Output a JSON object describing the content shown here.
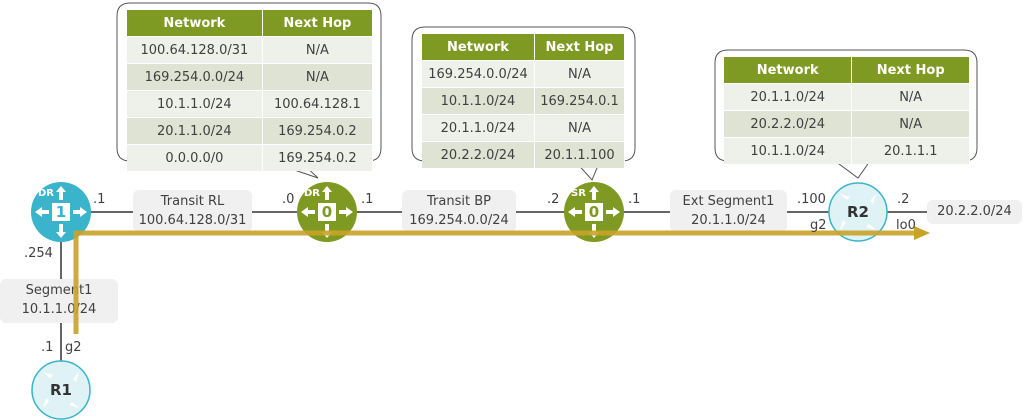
{
  "colors": {
    "dr1": "#3ab4cb",
    "tier0": "#7f9a22",
    "external": "#dff3f7",
    "path": "#c9a227",
    "table_header": "#7f9a22"
  },
  "tables": [
    {
      "headers": [
        "Network",
        "Next Hop"
      ],
      "rows": [
        [
          "100.64.128.0/31",
          "N/A"
        ],
        [
          "169.254.0.0/24",
          "N/A"
        ],
        [
          "10.1.1.0/24",
          "100.64.128.1"
        ],
        [
          "20.1.1.0/24",
          "169.254.0.2"
        ],
        [
          "0.0.0.0/0",
          "169.254.0.2"
        ]
      ]
    },
    {
      "headers": [
        "Network",
        "Next Hop"
      ],
      "rows": [
        [
          "169.254.0.0/24",
          "N/A"
        ],
        [
          "10.1.1.0/24",
          "169.254.0.1"
        ],
        [
          "20.1.1.0/24",
          "N/A"
        ],
        [
          "20.2.2.0/24",
          "20.1.1.100"
        ]
      ]
    },
    {
      "headers": [
        "Network",
        "Next Hop"
      ],
      "rows": [
        [
          "20.1.1.0/24",
          "N/A"
        ],
        [
          "20.2.2.0/24",
          "N/A"
        ],
        [
          "10.1.1.0/24",
          "20.1.1.1"
        ]
      ]
    }
  ],
  "nodes": {
    "dr1": {
      "role": "DR",
      "num": "1"
    },
    "dr0": {
      "role": "DR",
      "num": "0"
    },
    "sr0": {
      "role": "SR",
      "num": "0"
    },
    "r2": "R2",
    "r1": "R1"
  },
  "segments": {
    "transit_rl": {
      "name": "Transit RL",
      "subnet": "100.64.128.0/31"
    },
    "transit_bp": {
      "name": "Transit BP",
      "subnet": "169.254.0.0/24"
    },
    "ext_segment1": {
      "name": "Ext Segment1",
      "subnet": "20.1.1.0/24"
    },
    "segment1": {
      "name": "Segment1",
      "subnet": "10.1.1.0/24"
    },
    "loopback": {
      "subnet": "20.2.2.0/24"
    }
  },
  "ip_labels": {
    "dr1_rl": ".1",
    "dr0_rl": ".0",
    "dr0_bp": ".1",
    "sr0_bp": ".2",
    "sr0_ext": ".1",
    "r2_ext": ".100",
    "r2_lo": ".2",
    "r2_g2": "g2",
    "r2_lo0": "lo0",
    "dr1_seg": ".254",
    "r1_seg": ".1",
    "r1_g2": "g2"
  }
}
